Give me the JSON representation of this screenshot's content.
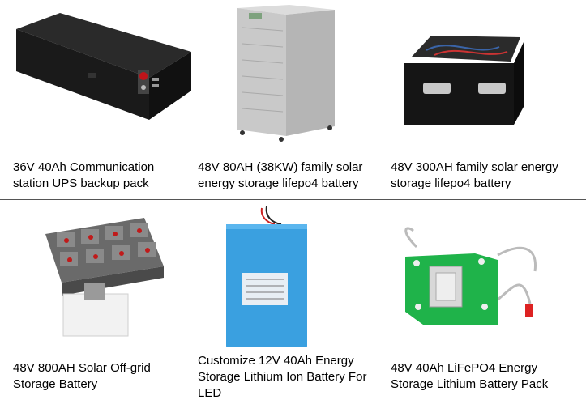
{
  "products": [
    {
      "caption": "36V 40Ah  Communication\nstation UPS backup pack",
      "image": "black-battery-box"
    },
    {
      "caption": "48V 80AH (38KW) family solar\nenergy storage lifepo4 battery",
      "image": "grey-cabinet-tower"
    },
    {
      "caption": "48V 300AH  family solar energy\nstorage lifepo4 battery",
      "image": "black-drawer-battery-box"
    },
    {
      "caption": "48V 800AH Solar Off-grid\nStorage Battery",
      "image": "cell-array-with-white-box"
    },
    {
      "caption": "Customize 12V 40Ah Energy\nStorage Lithium Ion Battery For\nLED",
      "image": "blue-battery-pack"
    },
    {
      "caption": "48V 40Ah LiFePO4 Energy\nStorage Lithium Battery Pack",
      "image": "green-battery-pack"
    }
  ]
}
